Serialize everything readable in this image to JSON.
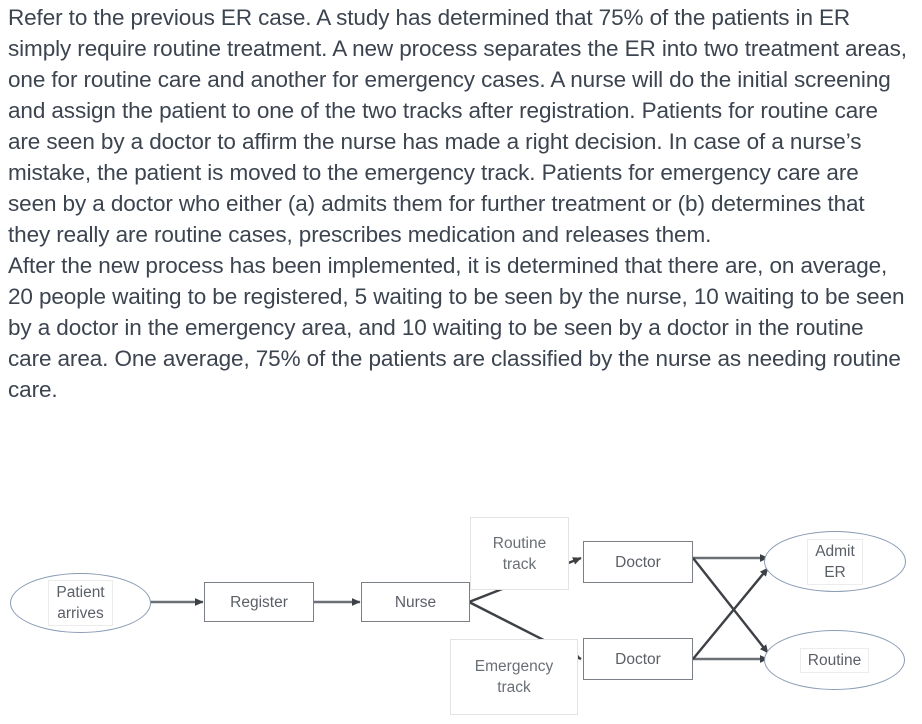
{
  "document": {
    "paragraphs": [
      "Refer to the previous ER case. A study has determined that 75% of the patients in ER simply require routine treatment. A new process separates the ER into two treatment areas, one for routine care and another for emergency cases. A nurse will do the initial screening and assign the patient to one of the two tracks after registration. Patients for routine care are seen by a doctor to affirm the nurse has made a right decision. In case of a nurse’s mistake, the patient is moved to the emergency track. Patients for emergency care are seen by a doctor who either (a) admits them for further treatment or (b) determines that they really are routine cases, prescribes medication and releases them.",
      "After the new process has been implemented, it is determined that there are, on average, 20 people waiting to be registered, 5 waiting to be seen by the nurse, 10 waiting to be seen by a doctor in the emergency area, and 10 waiting to be seen by a doctor in the routine care area. One average, 75% of the patients are classified by the nurse as needing routine care."
    ],
    "text_color": "#3c4450"
  },
  "diagram": {
    "type": "flowchart",
    "nodes": {
      "patient_arrives": {
        "label_line1": "Patient",
        "label_line2": "arrives",
        "shape": "ellipse"
      },
      "register": {
        "label": "Register",
        "shape": "rectangle"
      },
      "nurse": {
        "label": "Nurse",
        "shape": "rectangle"
      },
      "routine_track": {
        "label_line1": "Routine",
        "label_line2": "track",
        "shape": "annotation"
      },
      "emergency_track": {
        "label_line1": "Emergency",
        "label_line2": "track",
        "shape": "annotation"
      },
      "doctor_routine": {
        "label": "Doctor",
        "shape": "rectangle"
      },
      "doctor_emergency": {
        "label": "Doctor",
        "shape": "rectangle"
      },
      "admit_er": {
        "label_line1": "Admit",
        "label_line2": "ER",
        "shape": "ellipse"
      },
      "routine_outcome": {
        "label": "Routine",
        "shape": "ellipse"
      }
    },
    "edges": [
      {
        "from": "patient_arrives",
        "to": "register"
      },
      {
        "from": "register",
        "to": "nurse"
      },
      {
        "from": "nurse",
        "to": "doctor_routine"
      },
      {
        "from": "nurse",
        "to": "doctor_emergency"
      },
      {
        "from": "doctor_routine",
        "to": "admit_er"
      },
      {
        "from": "doctor_routine",
        "to": "routine_outcome"
      },
      {
        "from": "doctor_emergency",
        "to": "admit_er"
      },
      {
        "from": "doctor_emergency",
        "to": "routine_outcome"
      }
    ],
    "colors": {
      "box_border": "#7b7f86",
      "ellipse_border": "#8a9bb5",
      "arrow": "#555a60",
      "node_text": "#5a5f66"
    }
  }
}
